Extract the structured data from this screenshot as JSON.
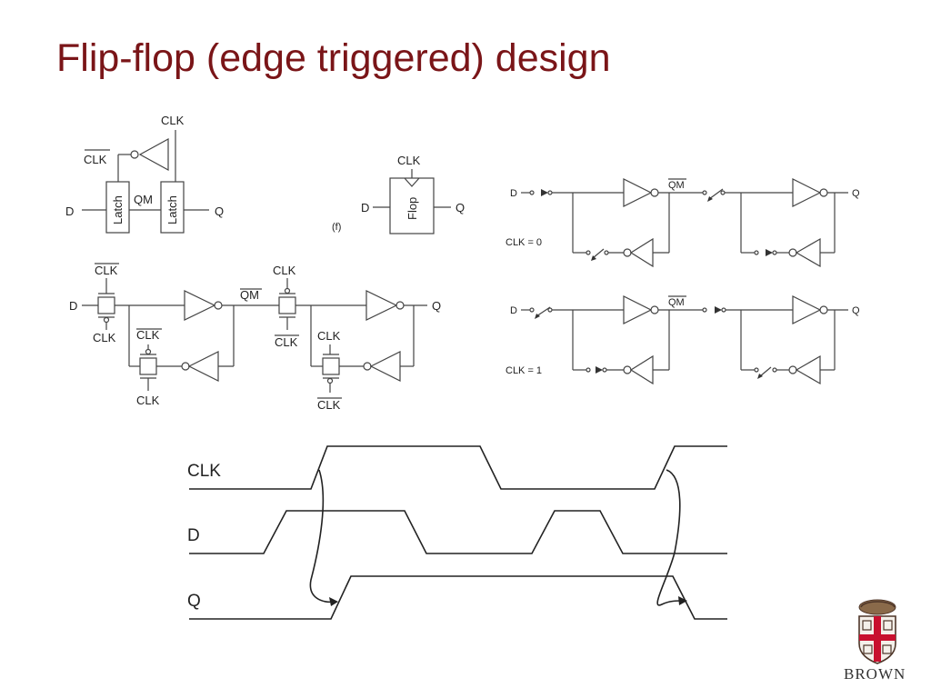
{
  "title": "Flip-flop (edge triggered) design",
  "labels": {
    "clk": "CLK",
    "d": "D",
    "q": "Q",
    "qm": "QM",
    "latch": "Latch",
    "flop": "Flop",
    "f": "(f)",
    "clk0": "CLK = 0",
    "clk1": "CLK = 1"
  },
  "timing": {
    "clk": "CLK",
    "d": "D",
    "q": "Q"
  },
  "logo": {
    "text": "BROWN",
    "colors": {
      "red": "#c8102e",
      "brown": "#4e3629"
    }
  },
  "colors": {
    "title": "#7a1518"
  }
}
